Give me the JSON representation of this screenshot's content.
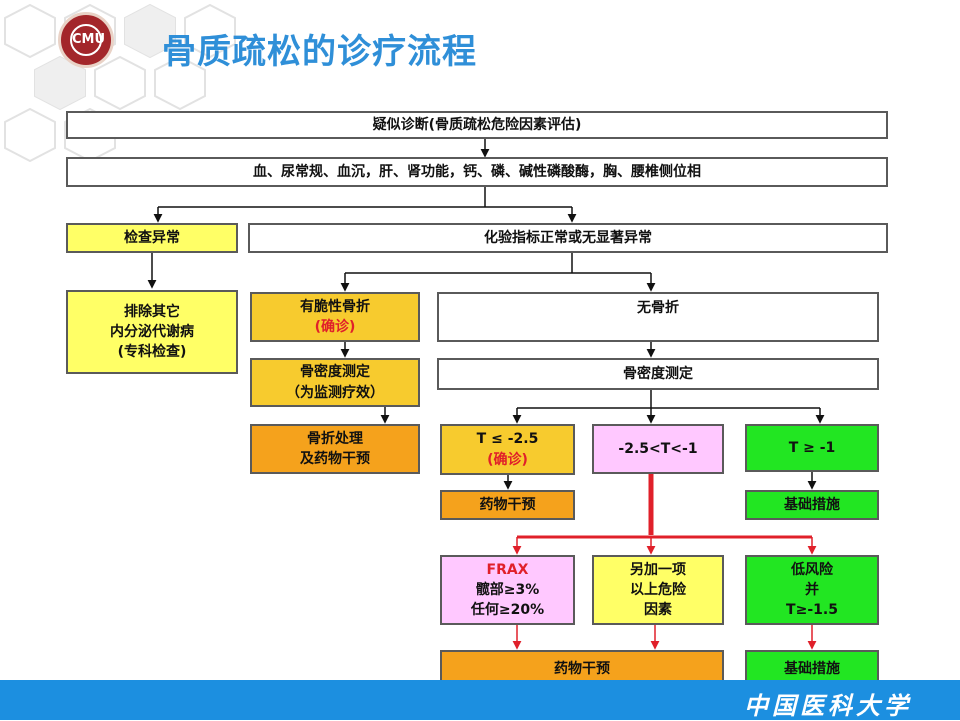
{
  "header": {
    "title": "骨质疏松的诊疗流程",
    "logo_text": "CMU",
    "footer_text": "中国医科大学"
  },
  "flow": {
    "suspect": "疑似诊断(骨质疏松危险因素评估)",
    "tests": "血、尿常规、血沉，肝、肾功能，钙、磷、碱性磷酸酶，胸、腰椎侧位相",
    "abnormal": "检查异常",
    "normal": "化验指标正常或无显著异常",
    "exclude": [
      "排除其它",
      "内分泌代谢病",
      "(专科检查)"
    ],
    "fragile_fracture": "有脆性骨折",
    "confirmed": "(确诊)",
    "no_fracture": "无骨折",
    "bmd_monitor": [
      "骨密度测定",
      "（为监测疗效）"
    ],
    "bmd": "骨密度测定",
    "fracture_treat": [
      "骨折处理",
      "及药物干预"
    ],
    "t_low": "T ≤ -2.5",
    "t_mid": "-2.5<T<-1",
    "t_high": "T ≥ -1",
    "drug": "药物干预",
    "basic": "基础措施",
    "frax": [
      "FRAX",
      "髋部≥3%",
      "任何≥20%"
    ],
    "extra_risk": [
      "另加一项",
      "以上危险",
      "因素"
    ],
    "low_risk": [
      "低风险",
      "并",
      "T≥-1.5"
    ],
    "final_drug": "药物干预",
    "final_basic": "基础措施"
  },
  "colors": {
    "title": "#2f8fd8",
    "yellow": "#ffff66",
    "gold": "#f7cb2e",
    "orange": "#f5a21c",
    "pink": "#ffc8ff",
    "green": "#22e622",
    "red_arrow": "#e0202a",
    "footer_bar": "#1c8fe0"
  }
}
